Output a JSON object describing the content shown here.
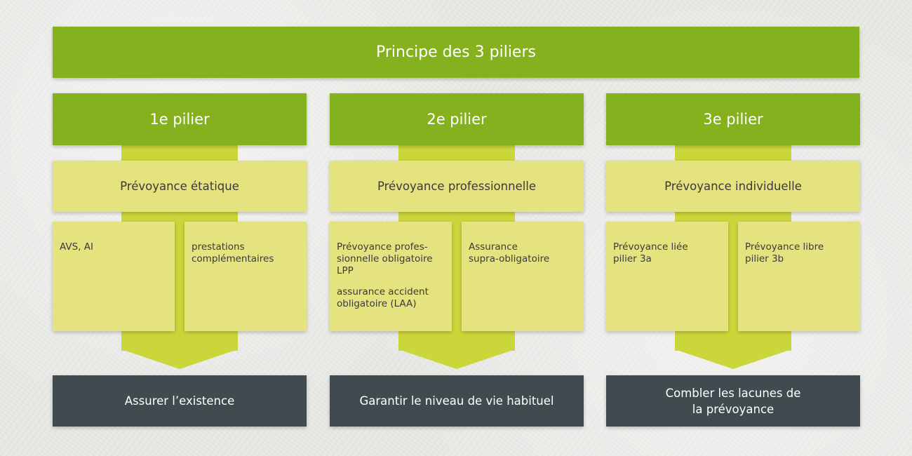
{
  "colors": {
    "pillar_green": "#86b11e",
    "arrow_lime": "#cbd63a",
    "card_yellow": "#e5e37f",
    "goal_dark": "#414b4f",
    "background": "#e9e9e6"
  },
  "title": "Principe des 3 piliers",
  "pillars": [
    {
      "label": "1e pilier",
      "type": "Prévoyance étatique",
      "items": [
        {
          "text": "AVS, AI",
          "extra": ""
        },
        {
          "text": "prestations\ncomplémentaires",
          "extra": ""
        }
      ],
      "goal": "Assurer l’existence"
    },
    {
      "label": "2e pilier",
      "type": "Prévoyance professionnelle",
      "items": [
        {
          "text": "Prévoyance profes-\nsionnelle obligatoire\nLPP",
          "extra": "assurance accident\nobligatoire (LAA)"
        },
        {
          "text": "Assurance\nsupra-obligatoire",
          "extra": ""
        }
      ],
      "goal": "Garantir le niveau de vie habituel"
    },
    {
      "label": "3e pilier",
      "type": "Prévoyance individuelle",
      "items": [
        {
          "text": "Prévoyance liée\npilier 3a",
          "extra": ""
        },
        {
          "text": "Prévoyance libre\npilier 3b",
          "extra": ""
        }
      ],
      "goal": "Combler les lacunes de\nla prévoyance"
    }
  ]
}
